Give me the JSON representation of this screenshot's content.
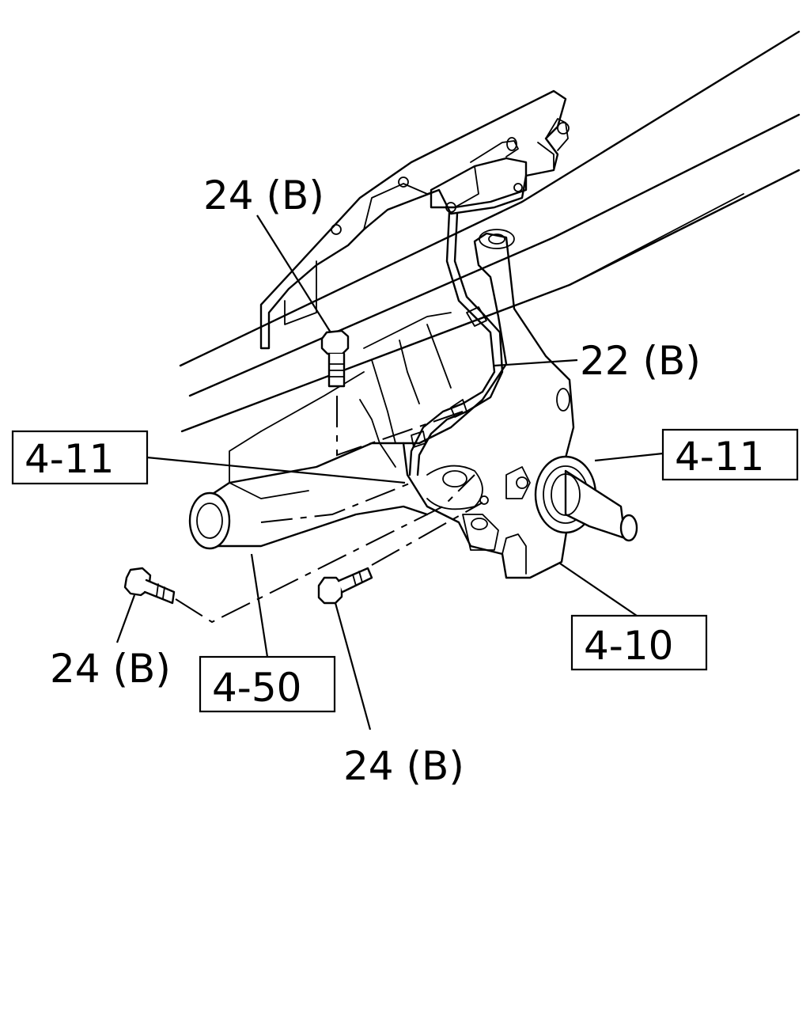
{
  "callouts": {
    "bolt_top": "24 (B)",
    "hose": "22 (B)",
    "ref_left": "4-11",
    "ref_right": "4-11",
    "ref_knuckle": "4-10",
    "ref_arm": "4-50",
    "bolt_left": "24 (B)",
    "bolt_bottom": "24 (B)"
  }
}
